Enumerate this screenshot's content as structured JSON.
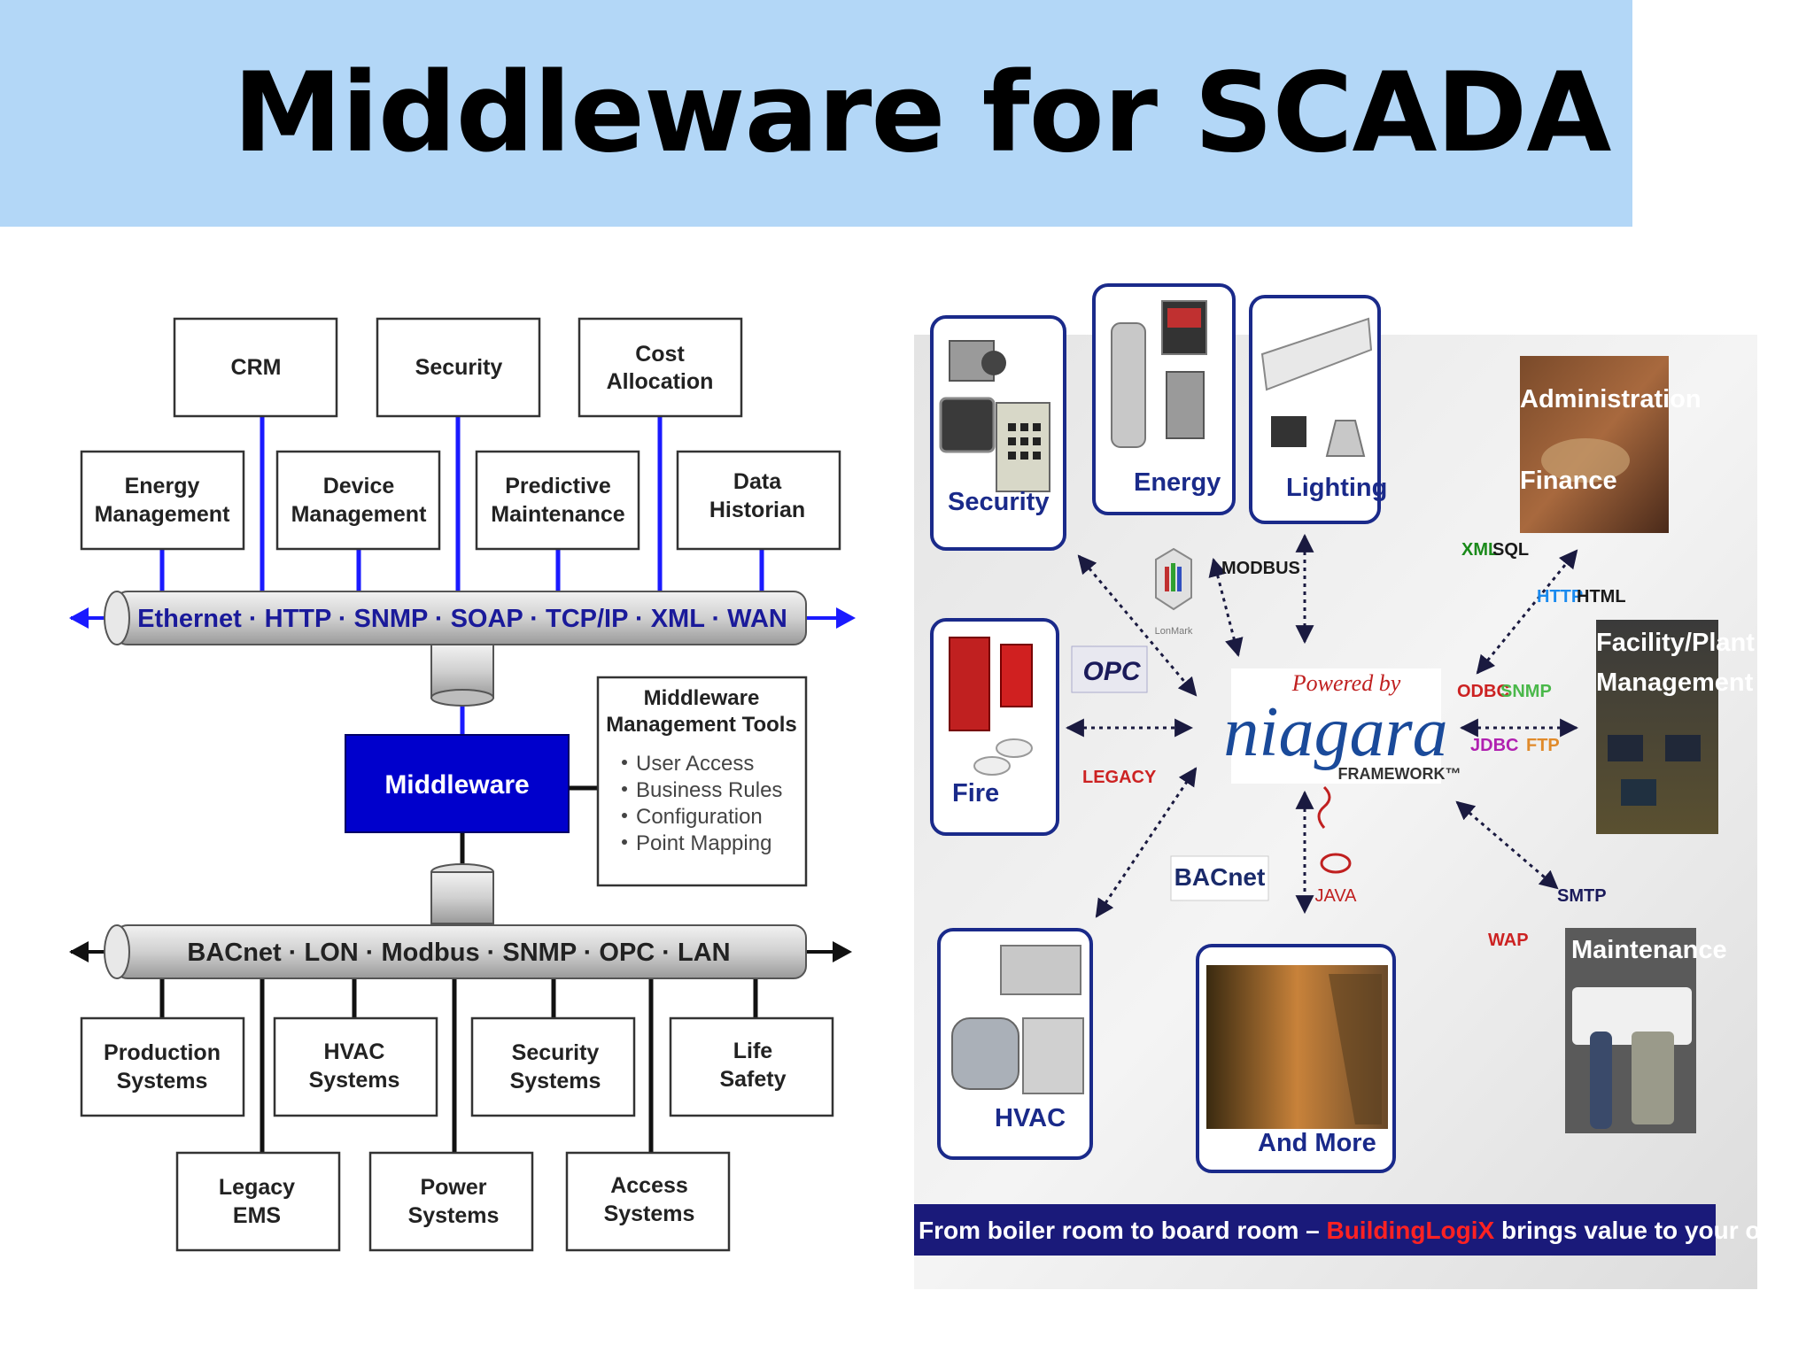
{
  "title": "Middleware for SCADA",
  "colors": {
    "title_bar": "#b3d7f7",
    "bus_line": "#1a1aff",
    "middleware_box": "#0000cc",
    "tagline_bar": "#1a1a7a",
    "tagline_brand": "#ff2222"
  },
  "left_diagram": {
    "top_row": [
      {
        "label_lines": [
          "CRM"
        ]
      },
      {
        "label_lines": [
          "Security"
        ]
      },
      {
        "label_lines": [
          "Cost",
          "Allocation"
        ]
      }
    ],
    "second_row": [
      {
        "label_lines": [
          "Energy",
          "Management"
        ]
      },
      {
        "label_lines": [
          "Device",
          "Management"
        ]
      },
      {
        "label_lines": [
          "Predictive",
          "Maintenance"
        ]
      },
      {
        "label_lines": [
          "Data",
          "Historian"
        ]
      }
    ],
    "top_bus": "Ethernet · HTTP · SNMP · SOAP · TCP/IP · XML · WAN",
    "middleware": "Middleware",
    "tools": {
      "title_lines": [
        "Middleware",
        "Management Tools"
      ],
      "items": [
        "User Access",
        "Business Rules",
        "Configuration",
        "Point Mapping"
      ]
    },
    "bottom_bus": "BACnet · LON · Modbus · SNMP · OPC · LAN",
    "bottom_row": [
      {
        "label_lines": [
          "Production",
          "Systems"
        ]
      },
      {
        "label_lines": [
          "HVAC",
          "Systems"
        ]
      },
      {
        "label_lines": [
          "Security",
          "Systems"
        ]
      },
      {
        "label_lines": [
          "Life",
          "Safety"
        ]
      }
    ],
    "last_row": [
      {
        "label_lines": [
          "Legacy",
          "EMS"
        ]
      },
      {
        "label_lines": [
          "Power",
          "Systems"
        ]
      },
      {
        "label_lines": [
          "Access",
          "Systems"
        ]
      }
    ]
  },
  "right_diagram": {
    "tiles": {
      "security": "Security",
      "energy": "Energy",
      "lighting": "Lighting",
      "fire": "Fire",
      "hvac": "HVAC",
      "and_more": "And More"
    },
    "photos": {
      "admin": [
        "Administration",
        "Finance"
      ],
      "facility": [
        "Facility/Plant",
        "Management"
      ],
      "maintenance": "Maintenance"
    },
    "center": {
      "powered_by": "Powered by",
      "brand": "niagara",
      "framework": "FRAMEWORK™"
    },
    "protocols": {
      "modbus": "MODBUS",
      "lonworks": "LonMark",
      "opc": "OPC",
      "legacy": "LEGACY",
      "bacnet": "BACnet",
      "java": "JAVA",
      "xml": "XML",
      "sql": "SQL",
      "http": "HTTP",
      "html": "HTML",
      "odbc": "ODBC",
      "snmp": "SNMP",
      "jdbc": "JDBC",
      "ftp": "FTP",
      "smtp": "SMTP",
      "wap": "WAP"
    },
    "tagline": {
      "before": "From boiler room to board room – ",
      "brand": "BuildingLogiX",
      "after": " brings value to your operation"
    }
  }
}
